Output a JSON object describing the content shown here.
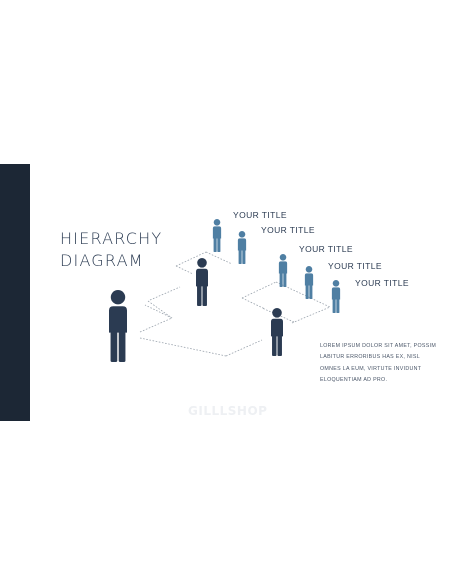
{
  "slide": {
    "title_line1": "HIERARCHY",
    "title_line2": "DIAGRAM",
    "body_text": "LOREM IPSUM DOLOR SIT AMET, POSSIM LABITUR ERRORIBUS HAS EX, NISL OMNES LA EUM, VIRTUTE INVIDUNT ELOQUENTIAM AD PRO.",
    "watermark": "GILLLSHOP"
  },
  "hierarchy": {
    "levels": [
      {
        "level": 1,
        "figures": 1,
        "color": "#2b3b52"
      },
      {
        "level": 2,
        "figures": 2,
        "color": "#2b3b52"
      },
      {
        "level": 3,
        "figures": 5,
        "color": "#4f7fa3"
      }
    ],
    "labels": [
      "YOUR TITLE",
      "YOUR TITLE",
      "YOUR TITLE",
      "YOUR TITLE",
      "YOUR TITLE"
    ]
  },
  "colors": {
    "sidebar": "#1c2735",
    "dark_figure": "#2b3b52",
    "light_figure": "#4f7fa3",
    "connector": "#9aa3ad"
  }
}
